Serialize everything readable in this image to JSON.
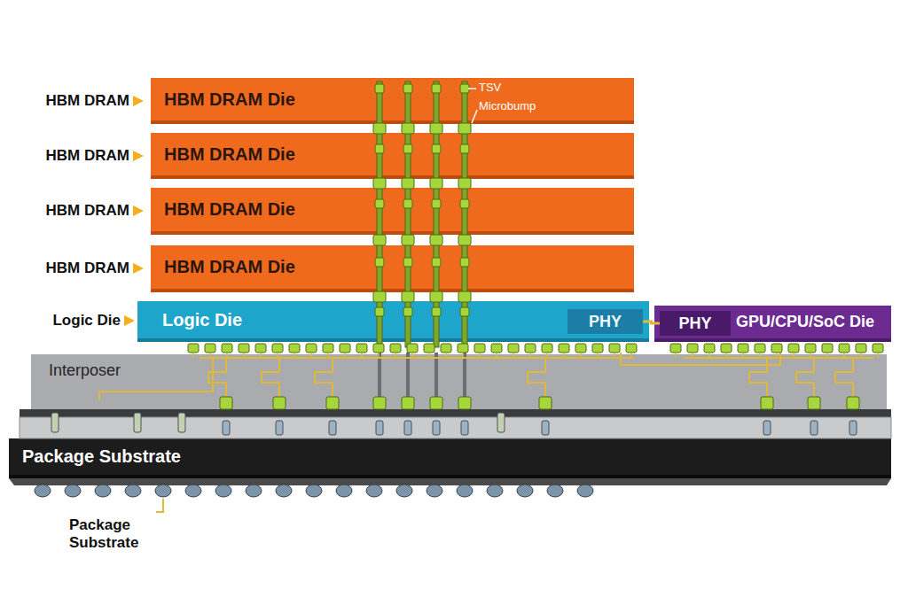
{
  "diagram": {
    "nodes": [
      {
        "text": [
          "HBM DRAM Die"
        ]
      },
      {
        "text": [
          "HBM DRAM Die"
        ]
      },
      {
        "text": [
          "HBM DRAM Die"
        ]
      },
      {
        "text": [
          "HBM DRAM Die"
        ]
      },
      {
        "text": [
          "Logic Die"
        ]
      },
      {
        "text": [
          "PHY"
        ],
        "in": 4
      },
      {
        "text": [
          "GPU/CPU/SoC Die"
        ]
      },
      {
        "text": [
          "PHY"
        ],
        "in": 6
      },
      {
        "text": [
          "Interposer"
        ]
      },
      {
        "text": [
          "Package Substrate"
        ]
      }
    ],
    "edges": [
      {
        "from": 5,
        "to": 7,
        "arrow": "none"
      }
    ],
    "labels": [
      "HBM DRAM",
      "HBM DRAM",
      "HBM DRAM",
      "HBM DRAM",
      "Logic Die",
      "TSV",
      "Microbump",
      "Package Substrate"
    ]
  }
}
